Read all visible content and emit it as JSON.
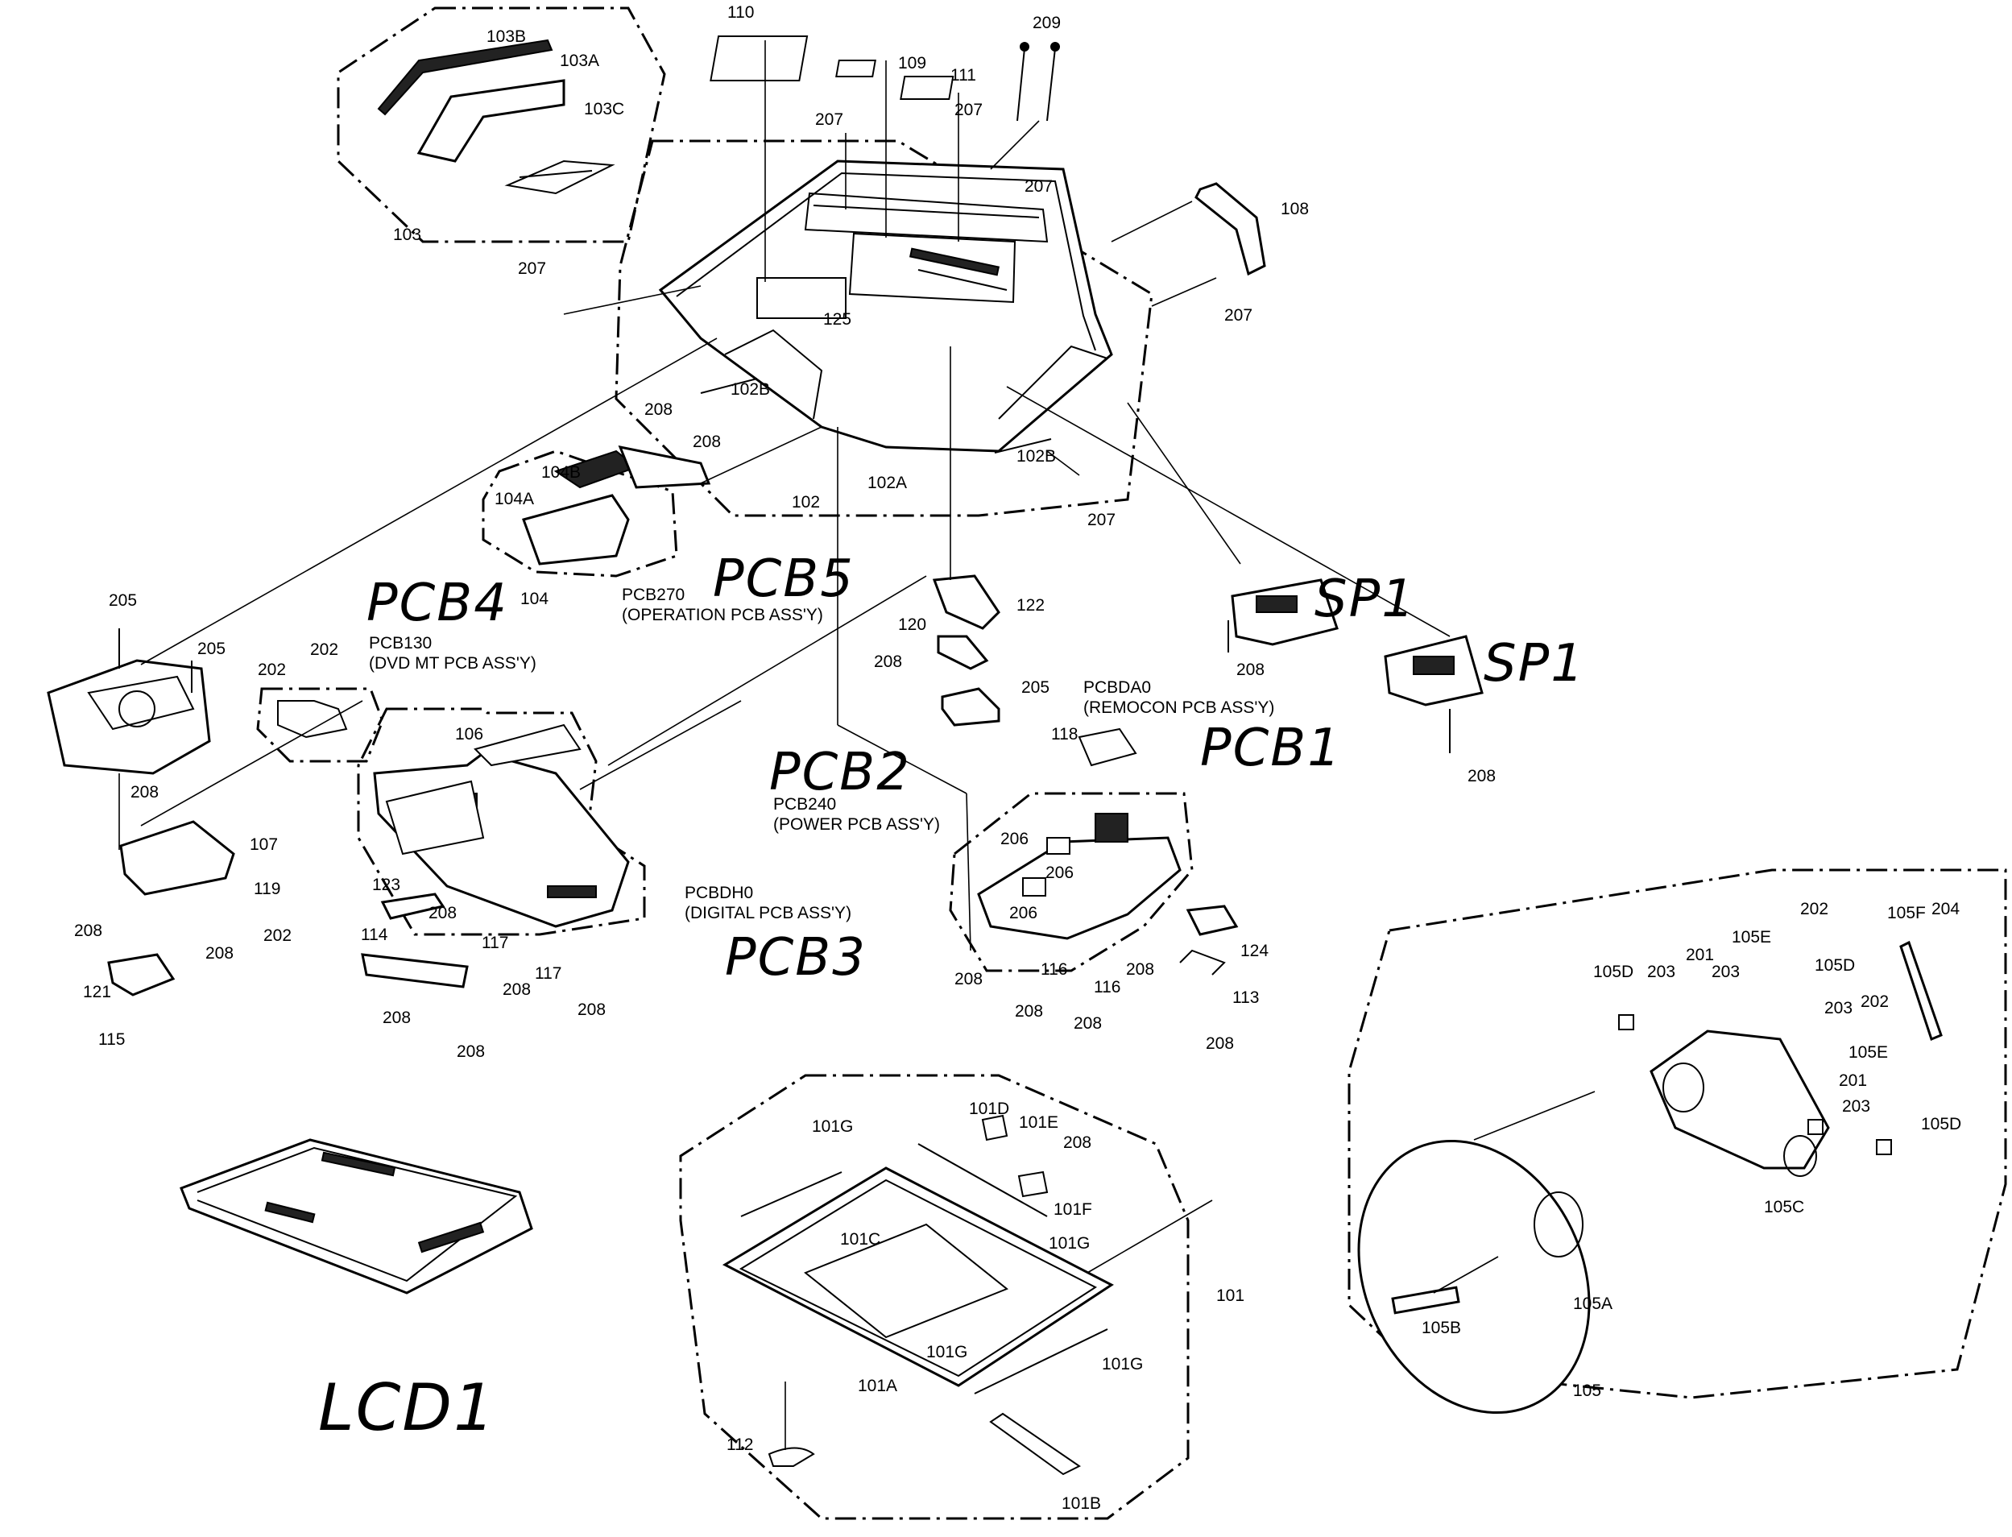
{
  "labels": {
    "l110": "110",
    "l109": "109",
    "l111": "111",
    "l209": "209",
    "l207a": "207",
    "l207b": "207",
    "l207c": "207",
    "l207d": "207",
    "l207e": "207",
    "l207f": "207",
    "l108": "108",
    "l103b": "103B",
    "l103a": "103A",
    "l103c": "103C",
    "l103": "103",
    "l125": "125",
    "l102b1": "102B",
    "l102b2": "102B",
    "l102": "102",
    "l102a": "102A",
    "l208a": "208",
    "l208b": "208",
    "l104b": "104B",
    "l104a": "104A",
    "l104": "104",
    "l122": "122",
    "l120": "120",
    "l208c": "208",
    "l205c": "205",
    "l205a": "205",
    "l205b": "205",
    "l202a": "202",
    "l202b": "202",
    "l208d": "208",
    "l107": "107",
    "l119": "119",
    "l202c": "202",
    "l208e": "208",
    "l208f": "208",
    "l121": "121",
    "l115": "115",
    "l106": "106",
    "l123": "123",
    "l208g": "208",
    "l114": "114",
    "l117a": "117",
    "l117b": "117",
    "l208h": "208",
    "l208i": "208",
    "l208j": "208",
    "l208k": "208",
    "l118": "118",
    "l206a": "206",
    "l206b": "206",
    "l206c": "206",
    "l208l": "208",
    "l116a": "116",
    "l116b": "116",
    "l208m": "208",
    "l208n": "208",
    "l124": "124",
    "l113": "113",
    "l208o": "208",
    "l208p": "208",
    "l208q": "208",
    "l101d": "101D",
    "l101e": "101E",
    "l208r": "208",
    "l101g1": "101G",
    "l101f": "101F",
    "l101g2": "101G",
    "l101c": "101C",
    "l101": "101",
    "l101g3": "101G",
    "l101g4": "101G",
    "l101a": "101A",
    "l112": "112",
    "l101b": "101B",
    "l202d": "202",
    "l105f": "105F",
    "l204": "204",
    "l105e1": "105E",
    "l201a": "201",
    "l203a": "203",
    "l203b": "203",
    "l105d1": "105D",
    "l105d2": "105D",
    "l203c": "203",
    "l202e": "202",
    "l105e2": "105E",
    "l201b": "201",
    "l203d": "203",
    "l105d3": "105D",
    "l105c": "105C",
    "l105b": "105B",
    "l105a": "105A",
    "l105": "105"
  },
  "callouts": {
    "pcb270_code": "PCB270",
    "pcb270_desc": "(OPERATION PCB ASS'Y)",
    "pcb130_code": "PCB130",
    "pcb130_desc": "(DVD MT PCB ASS'Y)",
    "pcbda0_code": "PCBDA0",
    "pcbda0_desc": "(REMOCON PCB ASS'Y)",
    "pcb240_code": "PCB240",
    "pcb240_desc": "(POWER PCB ASS'Y)",
    "pcbdh0_code": "PCBDH0",
    "pcbdh0_desc": "(DIGITAL PCB ASS'Y)"
  },
  "handwritten": {
    "pcb4": "PCB4",
    "pcb5": "PCB5",
    "sp1a": "SP1",
    "sp1b": "SP1",
    "pcb1": "PCB1",
    "pcb2": "PCB2",
    "pcb3": "PCB3",
    "lcd1": "LCD1"
  }
}
